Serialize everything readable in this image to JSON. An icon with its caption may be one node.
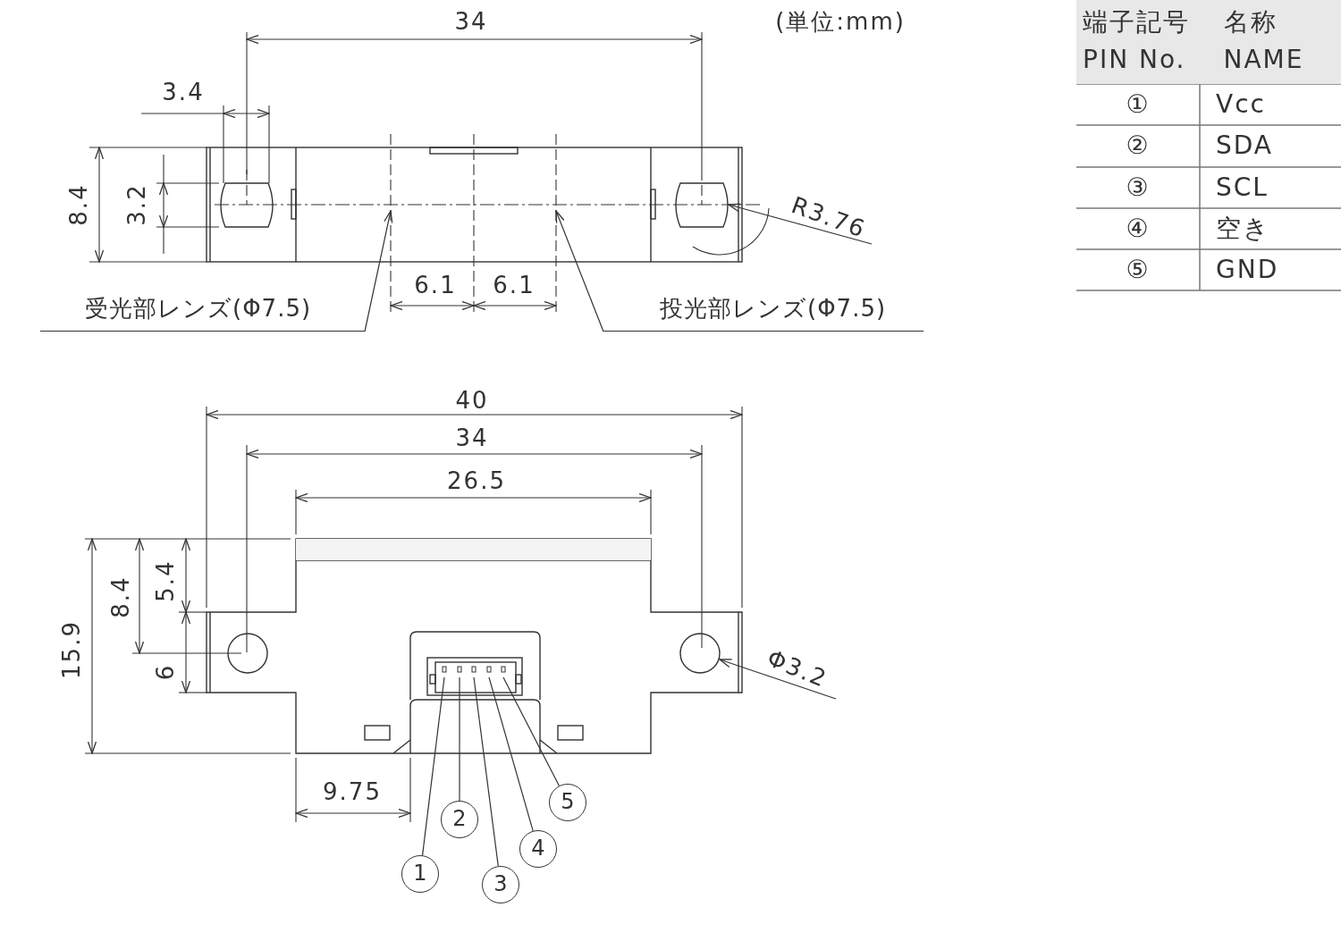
{
  "diagram": {
    "nodes": [
      {
        "text": [
          "受光部レンズ(Φ7.5)"
        ]
      },
      {
        "text": [
          "投光部レンズ(Φ7.5)"
        ]
      },
      {
        "text": [
          "1"
        ]
      },
      {
        "text": [
          "2"
        ]
      },
      {
        "text": [
          "3"
        ]
      },
      {
        "text": [
          "4"
        ]
      },
      {
        "text": [
          "5"
        ]
      }
    ],
    "edges": [
      {
        "from": 0,
        "to": null,
        "arrow": "to"
      },
      {
        "from": 1,
        "to": null,
        "arrow": "to"
      },
      {
        "from": 2,
        "to": null,
        "arrow": "none"
      },
      {
        "from": 3,
        "to": null,
        "arrow": "none"
      },
      {
        "from": 4,
        "to": null,
        "arrow": "none"
      },
      {
        "from": 5,
        "to": null,
        "arrow": "none"
      },
      {
        "from": 6,
        "to": null,
        "arrow": "none"
      }
    ],
    "labels": [
      "34",
      "(単位:mm)",
      "3.4",
      "8.4",
      "3.2",
      "R3.76",
      "6.1",
      "6.1",
      "端子記号 PIN No.",
      "名称 NAME",
      "①",
      "Vcc",
      "②",
      "SDA",
      "③",
      "SCL",
      "④",
      "空き",
      "⑤",
      "GND",
      "40",
      "34",
      "26.5",
      "5.4",
      "8.4",
      "15.9",
      "6",
      "Φ3.2",
      "9.75"
    ]
  }
}
